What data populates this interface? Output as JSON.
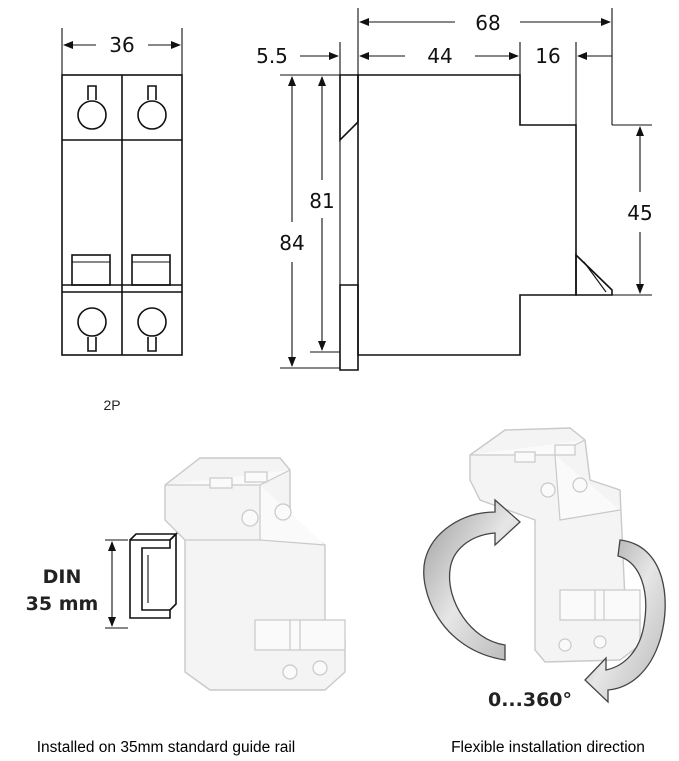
{
  "front_view": {
    "width_dim": "36",
    "pole_label": "2P"
  },
  "side_view": {
    "total_depth_dim": "68",
    "rail_offset_dim": "5.5",
    "body_depth_dim": "44",
    "front_depth_dim": "16",
    "total_height_dim": "84",
    "inner_height_dim": "81",
    "front_height_dim": "45"
  },
  "din_illustration": {
    "rail_label_line1": "DIN",
    "rail_label_line2": "35 mm",
    "caption": "Installed on 35mm standard guide rail"
  },
  "rotation_illustration": {
    "angle_label": "0...360°",
    "caption": "Flexible installation direction"
  },
  "colors": {
    "line": "#111111",
    "ghost_outline": "#c9c9c9",
    "arrow_fill": "#d8d8d8"
  }
}
